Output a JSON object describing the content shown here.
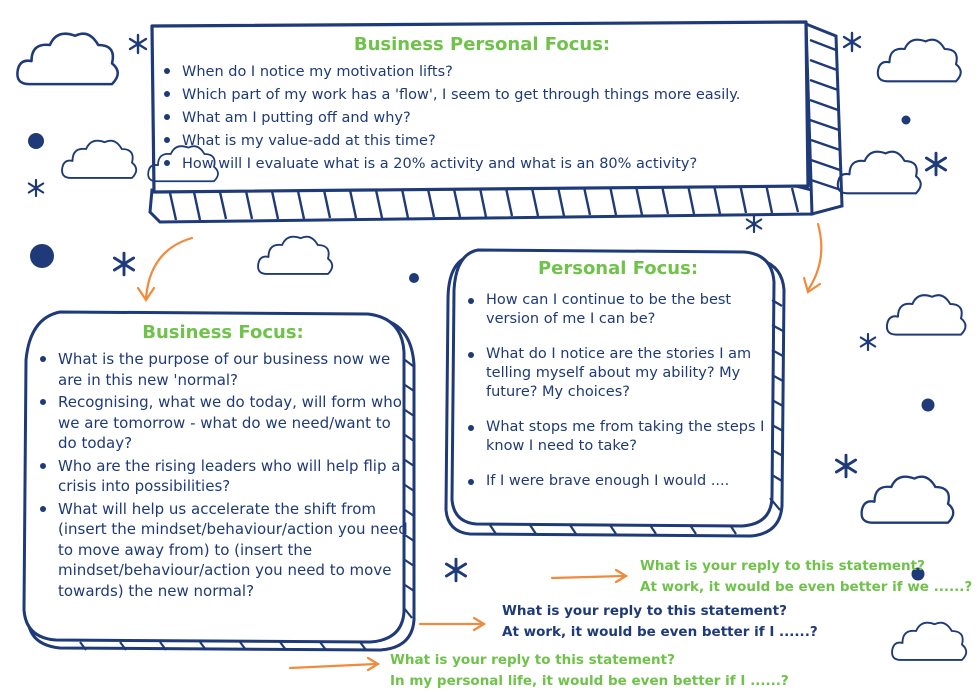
{
  "business_personal_focus": {
    "title": "Business Personal Focus:",
    "items": [
      "When do I notice my motivation lifts?",
      "Which part of my work has a 'flow', I seem to get through things more easily.",
      "What am I putting off and why?",
      "What is my value-add at this time?",
      "How will I evaluate what is a 20% activity and what is an 80% activity?"
    ]
  },
  "business_focus": {
    "title": "Business Focus:",
    "items": [
      "What is the purpose of our business now we are in this new 'normal?",
      "Recognising, what we do today, will form who we are tomorrow - what do we need/want to do today?",
      "Who are the rising leaders who will help flip a crisis into possibilities?",
      "What will help us accelerate the shift from (insert the mindset/behaviour/action you need to move away from) to (insert the mindset/behaviour/action you need to move towards) the new normal?"
    ]
  },
  "personal_focus": {
    "title": "Personal Focus:",
    "items": [
      "How can I continue to be the best version of me I can be?",
      "What do I notice are the stories I am telling myself about my ability? My future? My choices?",
      "What stops me from taking the steps I know I need to take?",
      "If I were brave enough I would ...."
    ]
  },
  "statements": [
    {
      "question": "What is your reply to this statement?",
      "prompt": "At work, it would be even better if we ......?"
    },
    {
      "question": "What is your reply to this statement?",
      "prompt": "At work, it would be even better if I ......?"
    },
    {
      "question": "What is your reply to this statement?",
      "prompt": "In my personal life, it would be even better if I ......?"
    }
  ],
  "colors": {
    "navy": "#1e3a78",
    "green": "#6fc24a",
    "orange": "#f08a3c"
  },
  "icons": [
    "cloud-icon",
    "star-icon",
    "dot-icon",
    "arrow-icon"
  ]
}
